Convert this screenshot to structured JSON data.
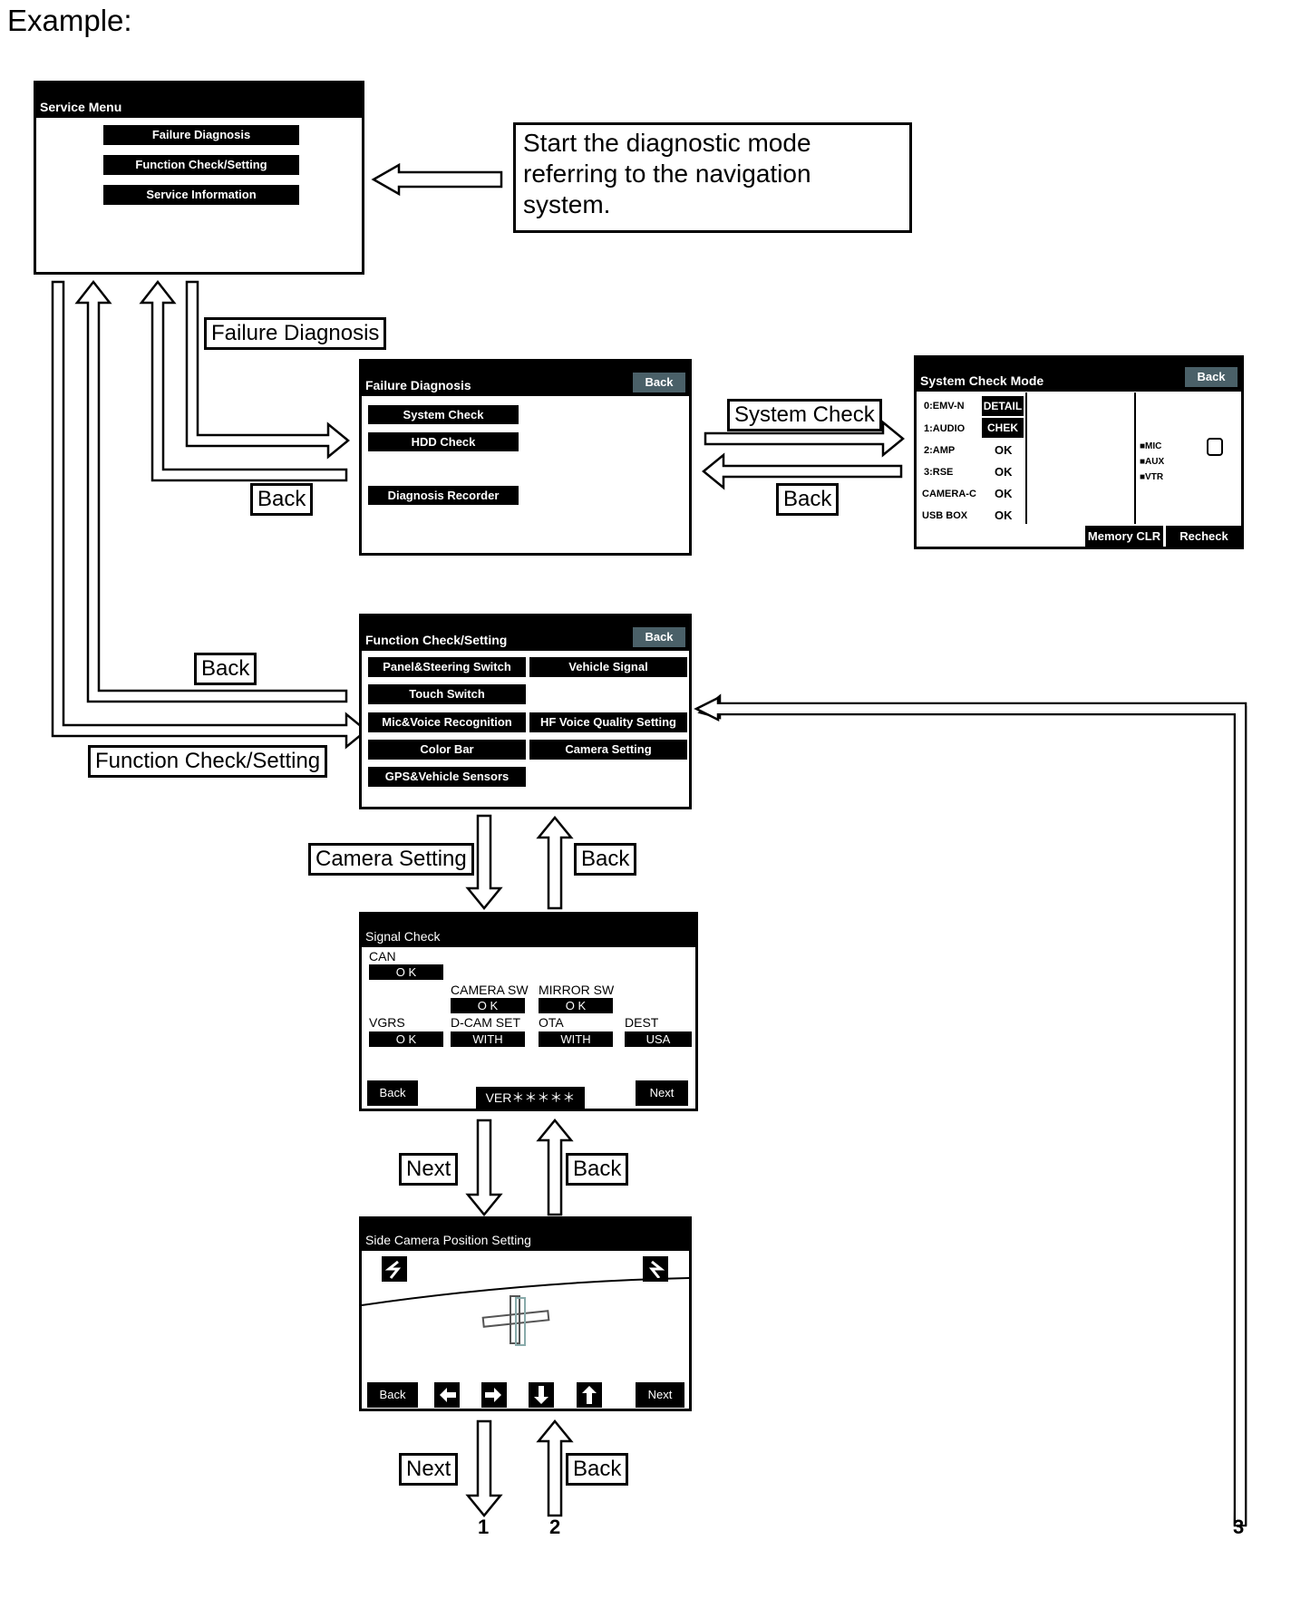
{
  "heading": "Example:",
  "callout": "Start the diagnostic mode referring to the navigation system.",
  "service_menu": {
    "title": "Service Menu",
    "buttons": [
      "Failure Diagnosis",
      "Function Check/Setting",
      "Service Information"
    ]
  },
  "failure_diagnosis": {
    "title": "Failure Diagnosis",
    "back": "Back",
    "buttons": [
      "System Check",
      "HDD Check",
      "Diagnosis Recorder"
    ]
  },
  "system_check_mode": {
    "title": "System Check Mode",
    "back": "Back",
    "rows": [
      {
        "name": "0:EMV-N",
        "status": "DETAIL"
      },
      {
        "name": "1:AUDIO",
        "status": "CHEK"
      },
      {
        "name": "2:AMP",
        "status": "OK"
      },
      {
        "name": "3:RSE",
        "status": "OK"
      },
      {
        "name": "CAMERA-C",
        "status": "OK"
      },
      {
        "name": "USB BOX",
        "status": "OK"
      }
    ],
    "legend": [
      "MIC",
      "AUX",
      "VTR"
    ],
    "memory_clr": "Memory CLR",
    "recheck": "Recheck"
  },
  "function_check": {
    "title": "Function Check/Setting",
    "back": "Back",
    "buttons": [
      "Panel&Steering Switch",
      "Vehicle Signal",
      "Touch Switch",
      "Mic&Voice Recognition",
      "HF Voice Quality Setting",
      "Color Bar",
      "Camera Setting",
      "GPS&Vehicle Sensors"
    ]
  },
  "signal_check": {
    "title": "Signal Check",
    "can_label": "CAN",
    "can_value": "O K",
    "camera_sw_label": "CAMERA SW",
    "camera_sw_value": "O K",
    "mirror_sw_label": "MIRROR SW",
    "mirror_sw_value": "O K",
    "vgrs_label": "VGRS",
    "vgrs_value": "O K",
    "dcam_label": "D-CAM SET",
    "dcam_value": "WITH",
    "ota_label": "OTA",
    "ota_value": "WITH",
    "dest_label": "DEST",
    "dest_value": "USA",
    "back": "Back",
    "version": "VER＊＊＊＊＊",
    "next": "Next"
  },
  "side_camera": {
    "title": "Side Camera Position Setting",
    "back": "Back",
    "next": "Next"
  },
  "labels": {
    "failure_diagnosis": "Failure Diagnosis",
    "back1": "Back",
    "system_check": "System Check",
    "back2": "Back",
    "back3": "Back",
    "function_check": "Function Check/Setting",
    "camera_setting": "Camera Setting",
    "back4": "Back",
    "next1": "Next",
    "back5": "Back",
    "next2": "Next",
    "back6": "Back"
  },
  "terminals": [
    "1",
    "2",
    "3"
  ]
}
